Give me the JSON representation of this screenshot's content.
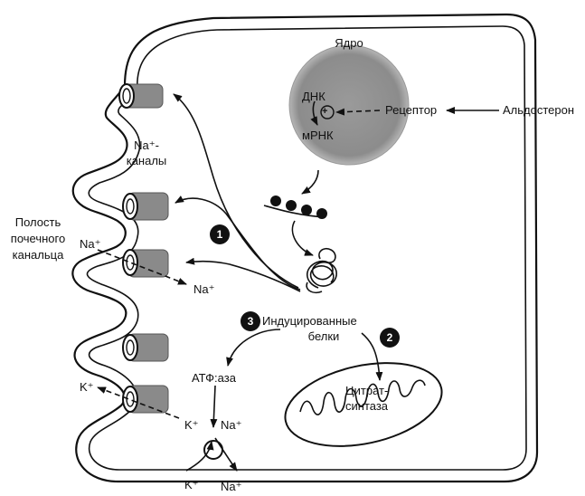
{
  "labels": {
    "nucleus": "Ядро",
    "dna": "ДНК",
    "mrna": "мРНК",
    "receptor": "Рецептор",
    "aldosterone": "Альдостерон",
    "na_channels_1": "Na⁺-",
    "na_channels_2": "каналы",
    "lumen_1": "Полость",
    "lumen_2": "почечного",
    "lumen_3": "канальца",
    "na_out": "Na⁺",
    "na_in": "Na⁺",
    "induced_1": "Индуцированные",
    "induced_2": "белки",
    "atpase": "АТФ:аза",
    "citrate_1": "Цитрат-",
    "citrate_2": "синтаза",
    "k_out": "K⁺",
    "k_pump_top": "K⁺",
    "na_pump_top": "Na⁺",
    "k_pump_bottom": "K⁺",
    "na_pump_bottom": "Na⁺",
    "plus_sign": "+"
  },
  "markers": [
    "1",
    "2",
    "3"
  ],
  "colors": {
    "ink": "#111111",
    "nucleus_fill": "#8c8c8c",
    "channel_fill": "#8a8a8a",
    "background": "#ffffff"
  }
}
